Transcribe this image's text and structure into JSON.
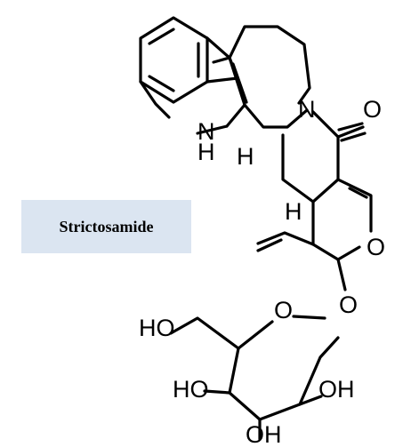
{
  "compound": {
    "name": "Strictosamide"
  },
  "atoms": {
    "n_indole": "N",
    "h_indole": "H",
    "n_lactam": "N",
    "o_carbonyl": "O",
    "h_c3": "H",
    "h_c15": "H",
    "o_ring": "O",
    "o_glycosidic": "O",
    "o_pyranose": "O",
    "ho_ch2": "HO",
    "ho_c4": "HO",
    "oh_c2": "OH",
    "oh_c3": "OH"
  },
  "colors": {
    "label_background": "#dbe5f1",
    "bond": "#000000"
  }
}
